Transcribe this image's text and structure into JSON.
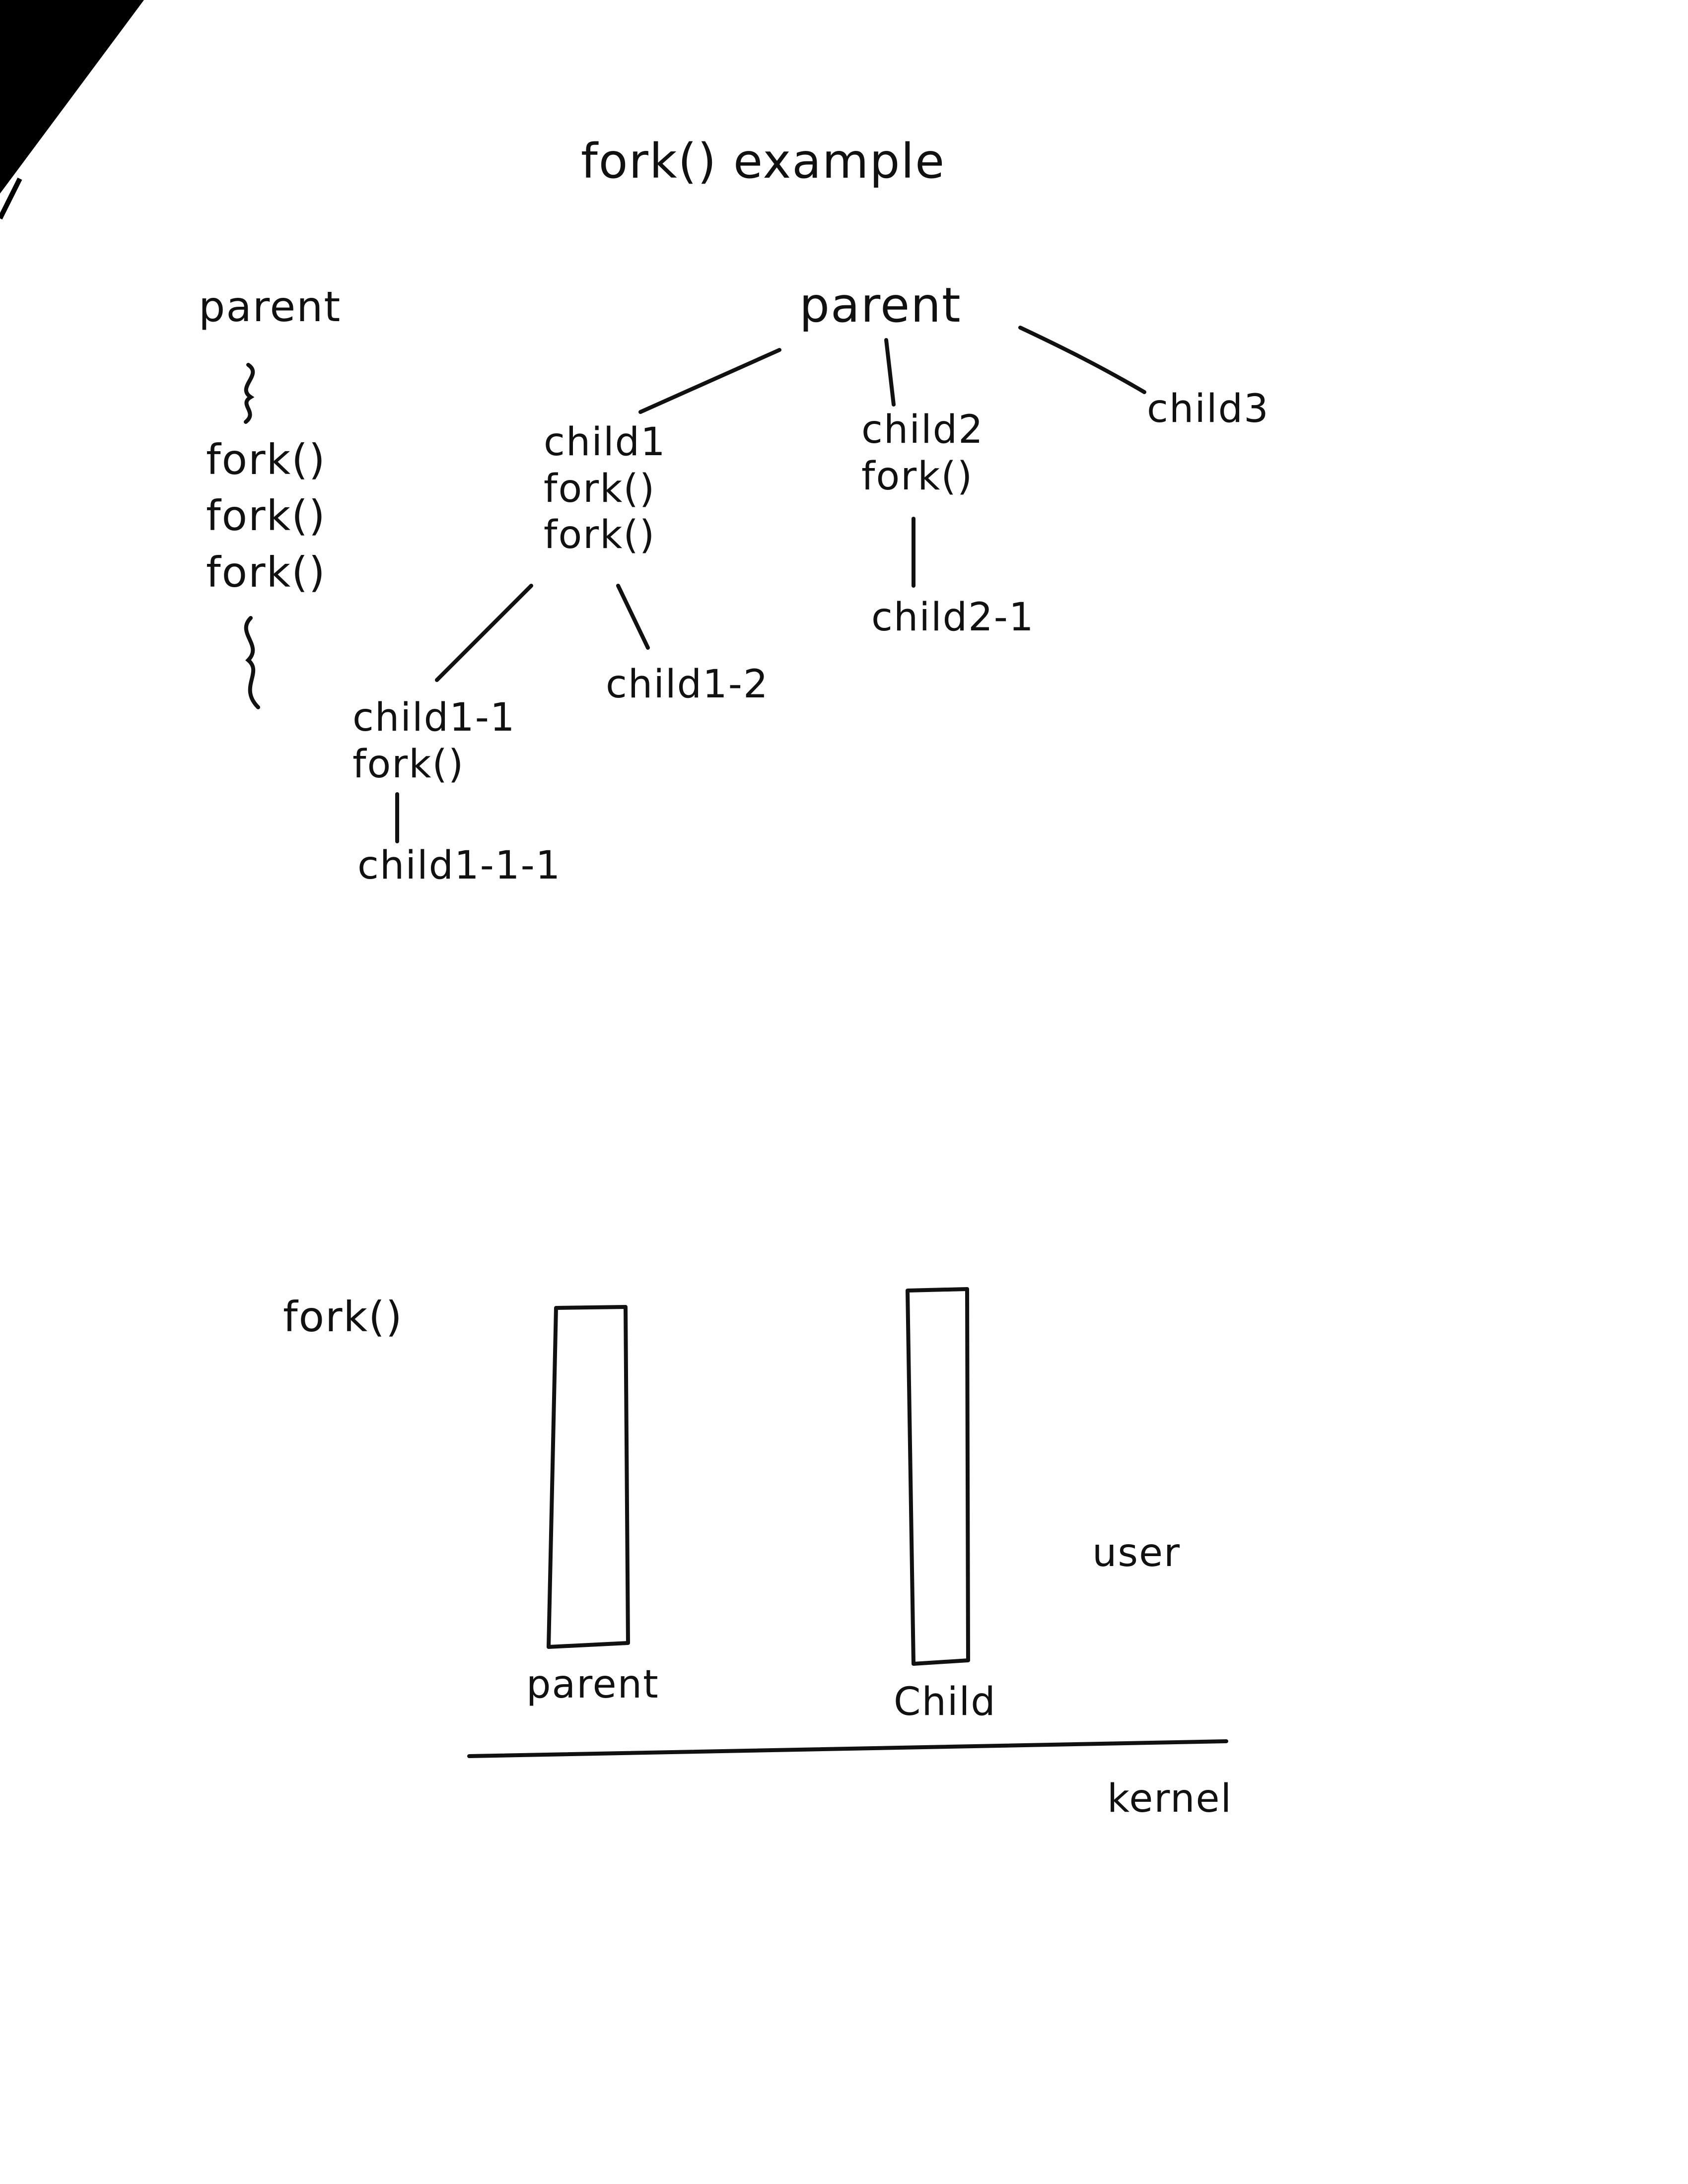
{
  "title": "fork() example",
  "code_sketch": {
    "label": "parent",
    "calls": [
      "fork()",
      "fork()",
      "fork()"
    ]
  },
  "process_tree": {
    "root": "parent",
    "child1": {
      "label": "child1",
      "calls": [
        "fork()",
        "fork()"
      ]
    },
    "child2": {
      "label": "child2",
      "calls": [
        "fork()"
      ]
    },
    "child3": {
      "label": "child3"
    },
    "child1_1": {
      "label": "child1-1",
      "calls": [
        "fork()"
      ]
    },
    "child1_2": {
      "label": "child1-2"
    },
    "child2_1": {
      "label": "child2-1"
    },
    "child1_1_1": {
      "label": "child1-1-1"
    }
  },
  "memory_diagram": {
    "call_label": "fork()",
    "parent_label": "parent",
    "child_label": "Child",
    "user_label": "user",
    "kernel_label": "kernel"
  }
}
